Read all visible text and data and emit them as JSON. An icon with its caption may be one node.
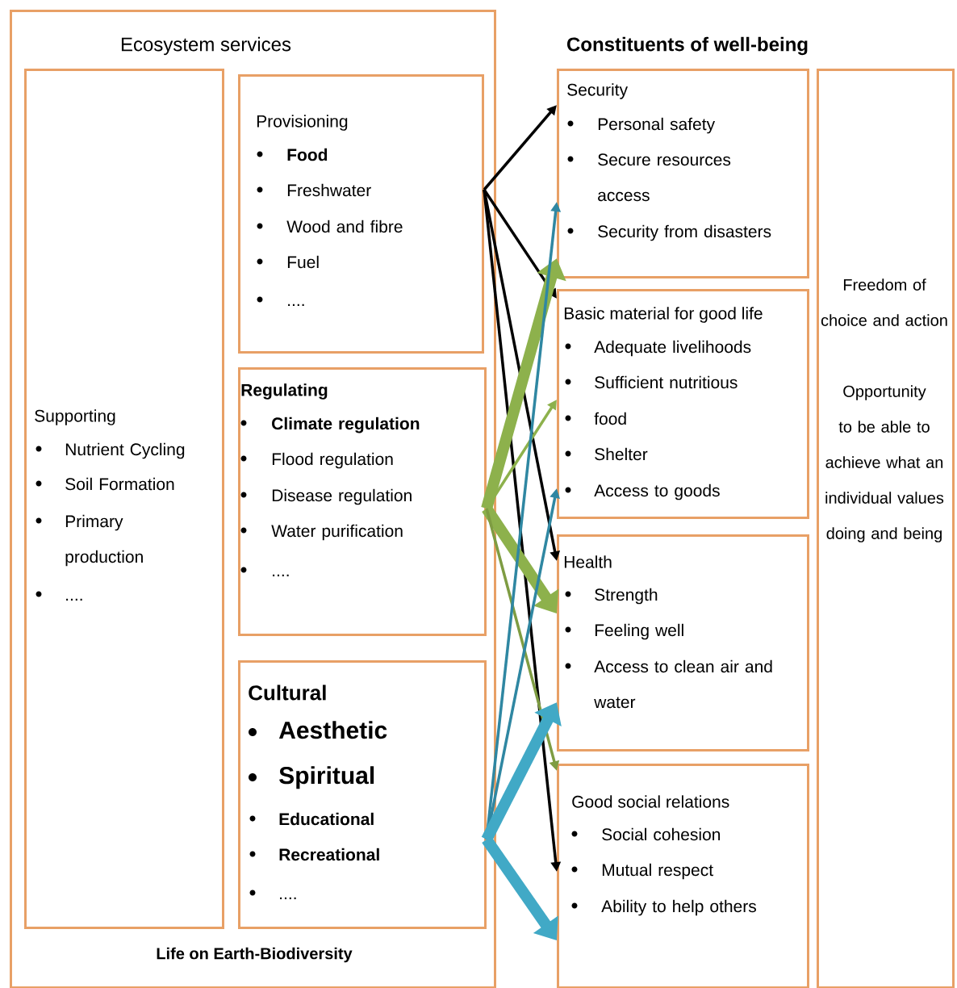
{
  "diagram": {
    "nodes": [
      {
        "text": [
          "Ecosystem services",
          "Life on Earth-Biodiversity"
        ]
      },
      {
        "text": [
          "Supporting",
          "Nutrient Cycling",
          "Soil Formation",
          "Primary production",
          "...."
        ],
        "in": 0
      },
      {
        "text": [
          "Provisioning",
          "Food",
          "Freshwater",
          "Wood and fibre",
          "Fuel",
          "...."
        ],
        "in": 0
      },
      {
        "text": [
          "Regulating",
          "Climate regulation",
          "Flood regulation",
          "Disease regulation",
          "Water purification",
          "...."
        ],
        "in": 0
      },
      {
        "text": [
          "Cultural",
          "Aesthetic",
          "Spiritual",
          "Educational",
          "Recreational",
          "...."
        ],
        "in": 0
      },
      {
        "text": [
          "Security",
          "Personal safety",
          "Secure resources access",
          "Security from disasters"
        ]
      },
      {
        "text": [
          "Basic material for good life",
          "Adequate livelihoods",
          "Sufficient nutritious",
          "food",
          "Shelter",
          "Access to goods"
        ]
      },
      {
        "text": [
          "Health",
          "Strength",
          "Feeling well",
          "Access to clean air and water"
        ]
      },
      {
        "text": [
          "Good social relations",
          "Social cohesion",
          "Mutual respect",
          "Ability to help others"
        ]
      },
      {
        "text": [
          "Freedom of choice and action",
          "Opportunity to be able to achieve what an individual values doing and being"
        ]
      }
    ],
    "edges": [
      {
        "from": 2,
        "to": 5,
        "arrow": "to"
      },
      {
        "from": 2,
        "to": 6,
        "arrow": "to"
      },
      {
        "from": 2,
        "to": 7,
        "arrow": "to"
      },
      {
        "from": 2,
        "to": 8,
        "arrow": "to"
      },
      {
        "from": 3,
        "to": 5,
        "arrow": "to",
        "style": "thick",
        "color": "#8db14c"
      },
      {
        "from": 3,
        "to": 6,
        "arrow": "to",
        "color": "#8db14c"
      },
      {
        "from": 3,
        "to": 7,
        "arrow": "to",
        "style": "thick",
        "color": "#8db14c"
      },
      {
        "from": 3,
        "to": 8,
        "arrow": "to",
        "color": "#7e9c42"
      },
      {
        "from": 4,
        "to": 5,
        "arrow": "to",
        "color": "#2f87a2"
      },
      {
        "from": 4,
        "to": 6,
        "arrow": "to",
        "color": "#2f87a2"
      },
      {
        "from": 4,
        "to": 7,
        "arrow": "to",
        "style": "thick",
        "color": "#41a9c6"
      },
      {
        "from": 4,
        "to": 8,
        "arrow": "to",
        "style": "thick",
        "color": "#41a9c6"
      }
    ],
    "labels": [
      "Constituents of well-being"
    ]
  }
}
